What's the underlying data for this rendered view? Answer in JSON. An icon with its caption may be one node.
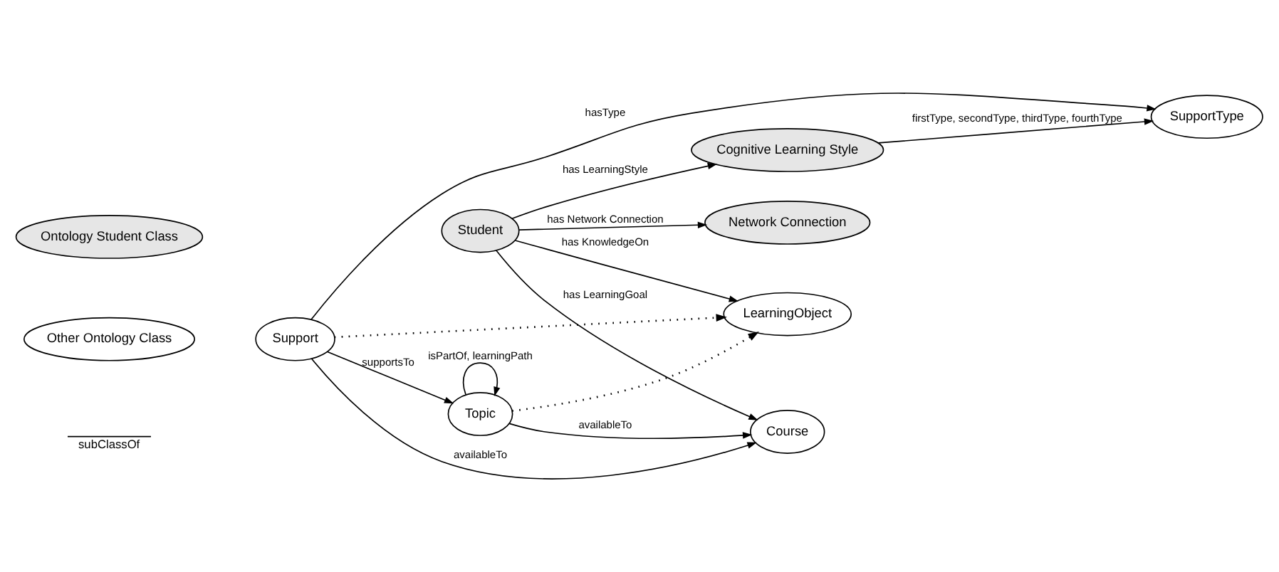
{
  "diagram": {
    "nodes": [
      {
        "text": [
          "Ontology Student Class"
        ]
      },
      {
        "text": [
          "Other Ontology Class"
        ]
      },
      {
        "text": [
          "SupportType"
        ]
      },
      {
        "text": [
          "Cognitive Learning Style"
        ]
      },
      {
        "text": [
          "Network Connection"
        ]
      },
      {
        "text": [
          "Support"
        ]
      },
      {
        "text": [
          "LearningObject"
        ]
      },
      {
        "text": [
          "Student"
        ]
      },
      {
        "text": [
          "Topic"
        ]
      },
      {
        "text": [
          "Course"
        ]
      }
    ],
    "edges": [
      {
        "from": 5,
        "to": 2,
        "arrow": "to",
        "label": "hasType"
      },
      {
        "from": 3,
        "to": 2,
        "arrow": "to",
        "label": "firstType, secondType, thirdType, fourthType"
      },
      {
        "from": 7,
        "to": 4,
        "arrow": "to",
        "label": "has Network Connection"
      },
      {
        "from": 7,
        "to": 3,
        "arrow": "to",
        "label": "has LearningStyle"
      },
      {
        "from": 5,
        "to": 6,
        "arrow": "to",
        "style": "dashed"
      },
      {
        "from": 8,
        "to": 6,
        "arrow": "to",
        "style": "dashed"
      },
      {
        "from": 7,
        "to": 6,
        "arrow": "to",
        "label": "has KnowledgeOn"
      },
      {
        "from": 8,
        "to": 8,
        "arrow": "to",
        "label": "isPartOf, learningPath"
      },
      {
        "from": 5,
        "to": 8,
        "arrow": "to",
        "label": "supportsTo"
      },
      {
        "from": 7,
        "to": 9,
        "arrow": "to",
        "label": "has LearningGoal"
      },
      {
        "from": 8,
        "to": 9,
        "arrow": "to",
        "label": "availableTo"
      },
      {
        "from": 5,
        "to": 9,
        "arrow": "to",
        "label": "availableTo"
      }
    ],
    "legend": [
      {
        "text": "subClassOf"
      }
    ]
  }
}
